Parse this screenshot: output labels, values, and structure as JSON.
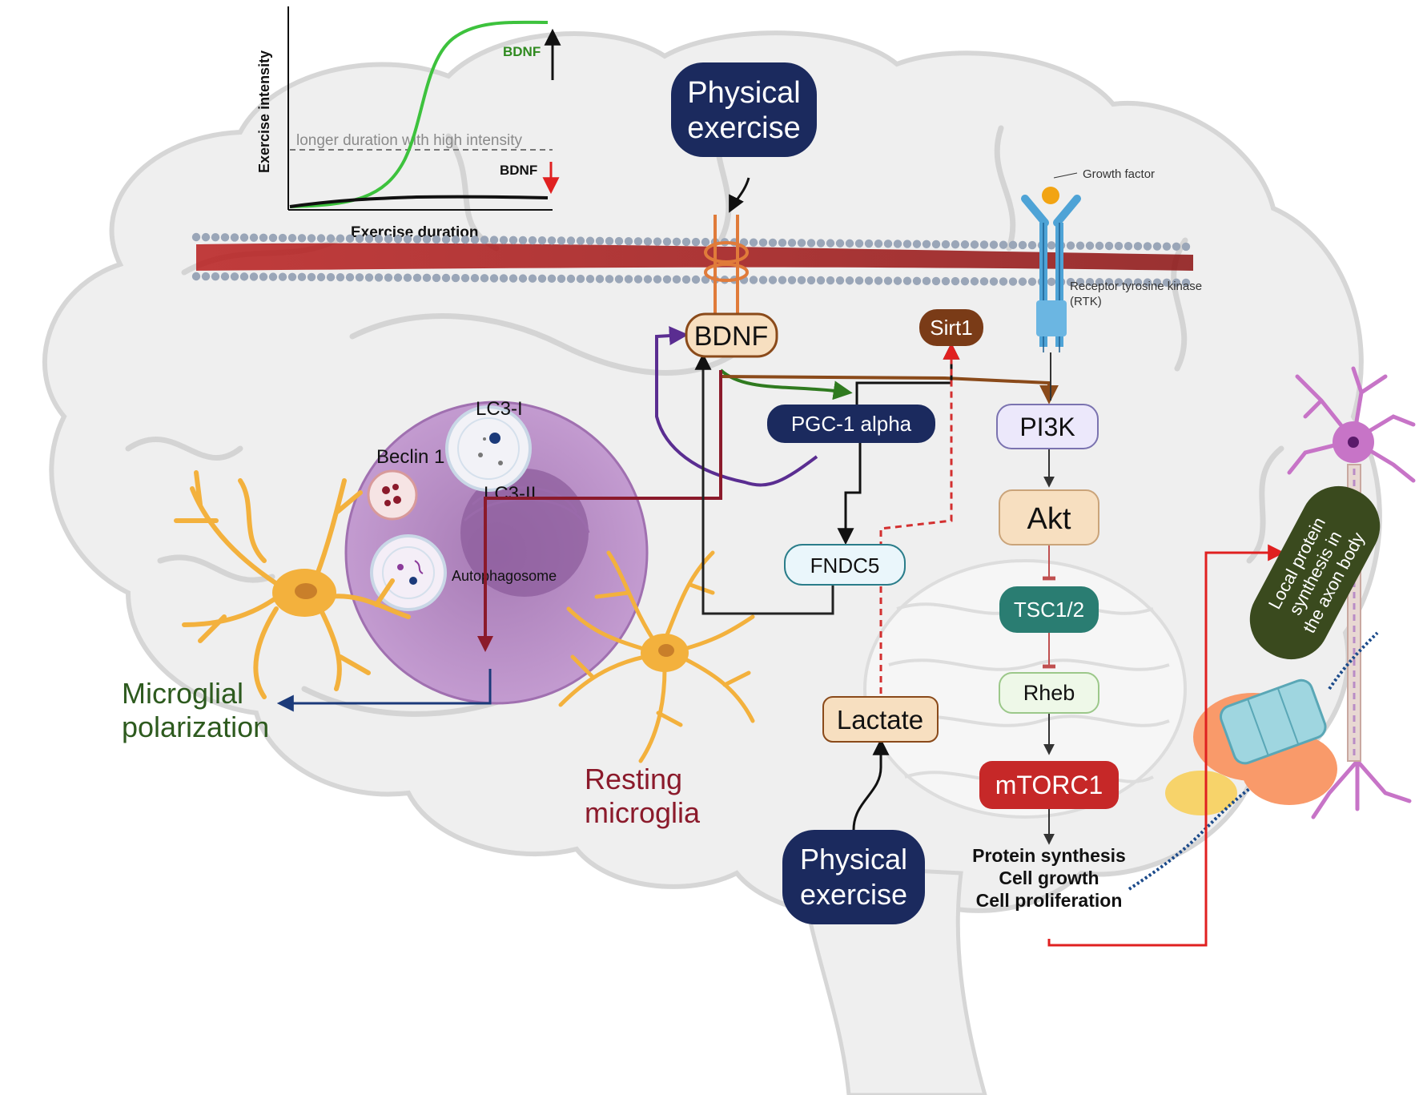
{
  "chart": {
    "y_axis_label": "Exercise intensity",
    "x_axis_label": "Exercise duration",
    "threshold_label": "longer duration with high intensity",
    "bdnf_up": "BDNF",
    "bdnf_down": "BDNF"
  },
  "nodes": {
    "exercise_top": [
      "Physical",
      "exercise"
    ],
    "exercise_bottom": [
      "Physical",
      "exercise"
    ],
    "bdnf": "BDNF",
    "sirt1": "Sirt1",
    "pgc1": "PGC-1 alpha",
    "fndc5": "FNDC5",
    "lactate": "Lactate",
    "pi3k": "PI3K",
    "akt": "Akt",
    "tsc": "TSC1/2",
    "rheb": "Rheb",
    "mtorc1": "mTORC1"
  },
  "membrane": {
    "growth_factor": "Growth factor",
    "rtk": [
      "Receptor tyrosine kinase",
      "(RTK)"
    ]
  },
  "cell": {
    "lc3i": "LC3-I",
    "beclin": "Beclin 1",
    "lc3ii": "LC3-II",
    "autophagosome": "Autophagosome"
  },
  "outcomes": {
    "lines": [
      "Protein synthesis",
      "Cell growth",
      "Cell proliferation"
    ],
    "local_protein": [
      "Local protein",
      "synthesis in",
      "the axon body"
    ]
  },
  "labels": {
    "microglial": [
      "Microglial",
      "polarization"
    ],
    "resting": [
      "Resting",
      "microglia"
    ]
  },
  "colors": {
    "navy": "#1b2a5e",
    "green_curve": "#3dc23d",
    "dark_red": "#8b1a2b",
    "teal": "#2a7d72",
    "red_node": "#c62828",
    "olive": "#3a4a1e",
    "brown": "#7a3b17",
    "cell_purple": "#b98cc6",
    "microglia": "#f3b13d"
  }
}
